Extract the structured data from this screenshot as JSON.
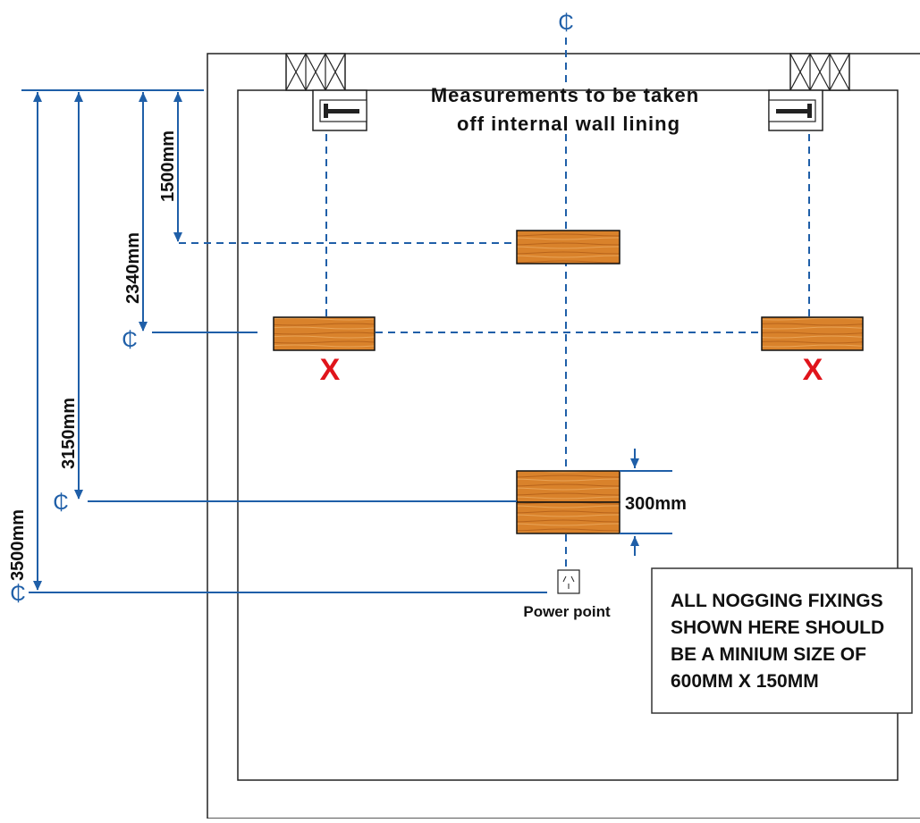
{
  "title": {
    "line1": "Measurements to be taken",
    "line2": "off internal wall lining"
  },
  "centerline_symbol": "₵",
  "dimensions": {
    "d1500": "1500mm",
    "d2340": "2340mm",
    "d3150": "3150mm",
    "d3500": "3500mm",
    "d300": "300mm"
  },
  "power_point": {
    "label": "Power point",
    "icon": "power-outlet-icon"
  },
  "marks": {
    "x_left": "X",
    "x_right": "X"
  },
  "note": {
    "line1": "ALL NOGGING FIXINGS",
    "line2": "SHOWN HERE SHOULD",
    "line3": "BE A MINIUM SIZE OF",
    "line4": "600MM X 150MM"
  },
  "colors": {
    "dimension_blue": "#1f5fa8",
    "timber": "#d9822b",
    "x_red": "#e0141b"
  }
}
